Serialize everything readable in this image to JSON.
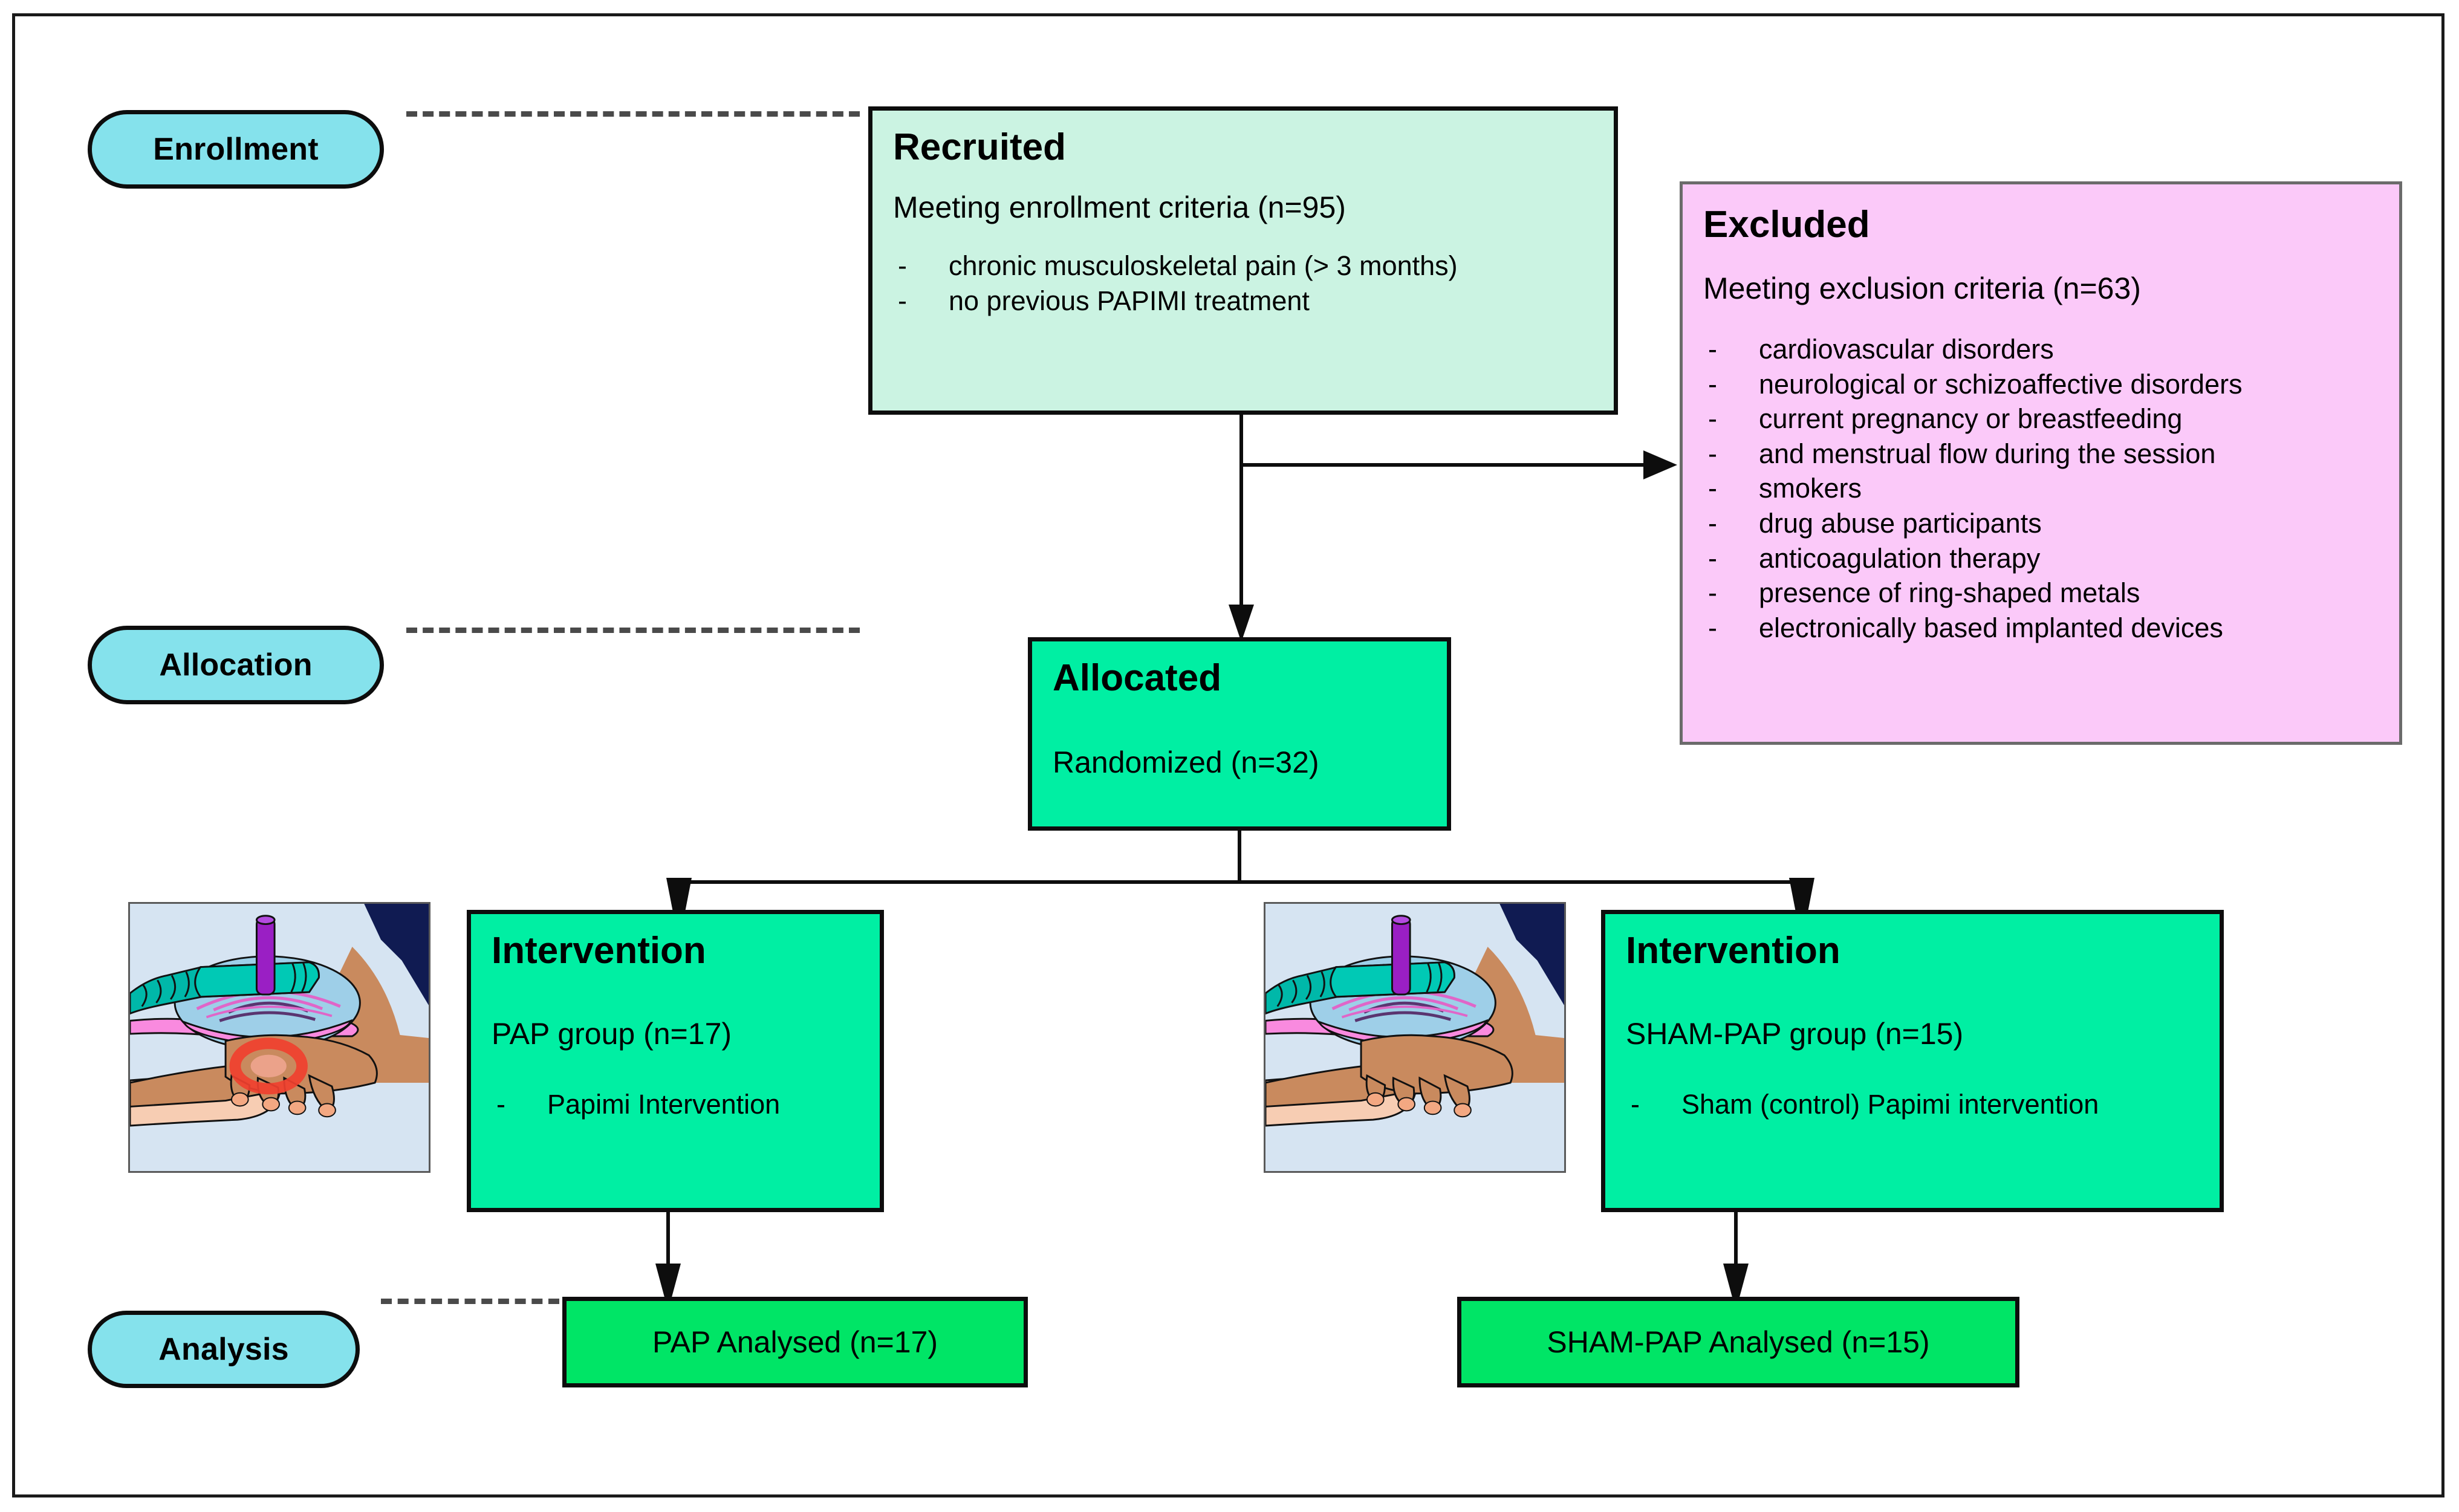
{
  "figure": {
    "type": "consort-flow-diagram",
    "title": "CONSORT participant flow diagram"
  },
  "stages": [
    {
      "id": "enrollment",
      "label": "Enrollment"
    },
    {
      "id": "allocation",
      "label": "Allocation"
    },
    {
      "id": "analysis",
      "label": "Analysis"
    }
  ],
  "boxes": {
    "recruited": {
      "title": "Recruited",
      "subtitle": "Meeting enrollment criteria (n=95)",
      "n": 95,
      "bullets": [
        "chronic musculoskeletal pain (> 3 months)",
        "no previous PAPIMI treatment"
      ]
    },
    "excluded": {
      "title": "Excluded",
      "subtitle": "Meeting exclusion criteria (n=63)",
      "n": 63,
      "bullets": [
        "cardiovascular disorders",
        "neurological or schizoaffective disorders",
        "current pregnancy or breastfeeding",
        "and menstrual flow during the session",
        "smokers",
        "drug abuse participants",
        "anticoagulation therapy",
        "presence of ring-shaped metals",
        "electronically based implanted devices"
      ]
    },
    "allocated": {
      "title": "Allocated",
      "subtitle": "Randomized (n=32)",
      "n": 32
    },
    "intervention_pap": {
      "title": "Intervention",
      "subtitle": "PAP group (n=17)",
      "n": 17,
      "bullets": [
        "Papimi Intervention"
      ]
    },
    "intervention_sham": {
      "title": "Intervention",
      "subtitle": "SHAM-PAP group (n=15)",
      "n": 15,
      "bullets": [
        "Sham (control) Papimi intervention"
      ]
    },
    "analysed_pap": {
      "label": "PAP Analysed (n=17)",
      "n": 17
    },
    "analysed_sham": {
      "label": "SHAM-PAP Analysed (n=15)",
      "n": 15
    }
  },
  "illustrations": {
    "pap": {
      "name": "papimi-treatment-illustration",
      "description": "Therapist applying PAPIMI coil applicator to a patient hand, with red pain marker"
    },
    "sham": {
      "name": "sham-papimi-treatment-illustration",
      "description": "Therapist applying sham PAPIMI coil applicator to a patient hand, no pain marker"
    }
  },
  "colors": {
    "stage_pill": "#85E2EC",
    "recruited_box": "#CBF3E2",
    "excluded_box": "#FBC9F9",
    "intervention_box": "#00EFA3",
    "analysis_box": "#00E566",
    "line": "#0d0d0d",
    "frame": "#1a1a1a"
  }
}
